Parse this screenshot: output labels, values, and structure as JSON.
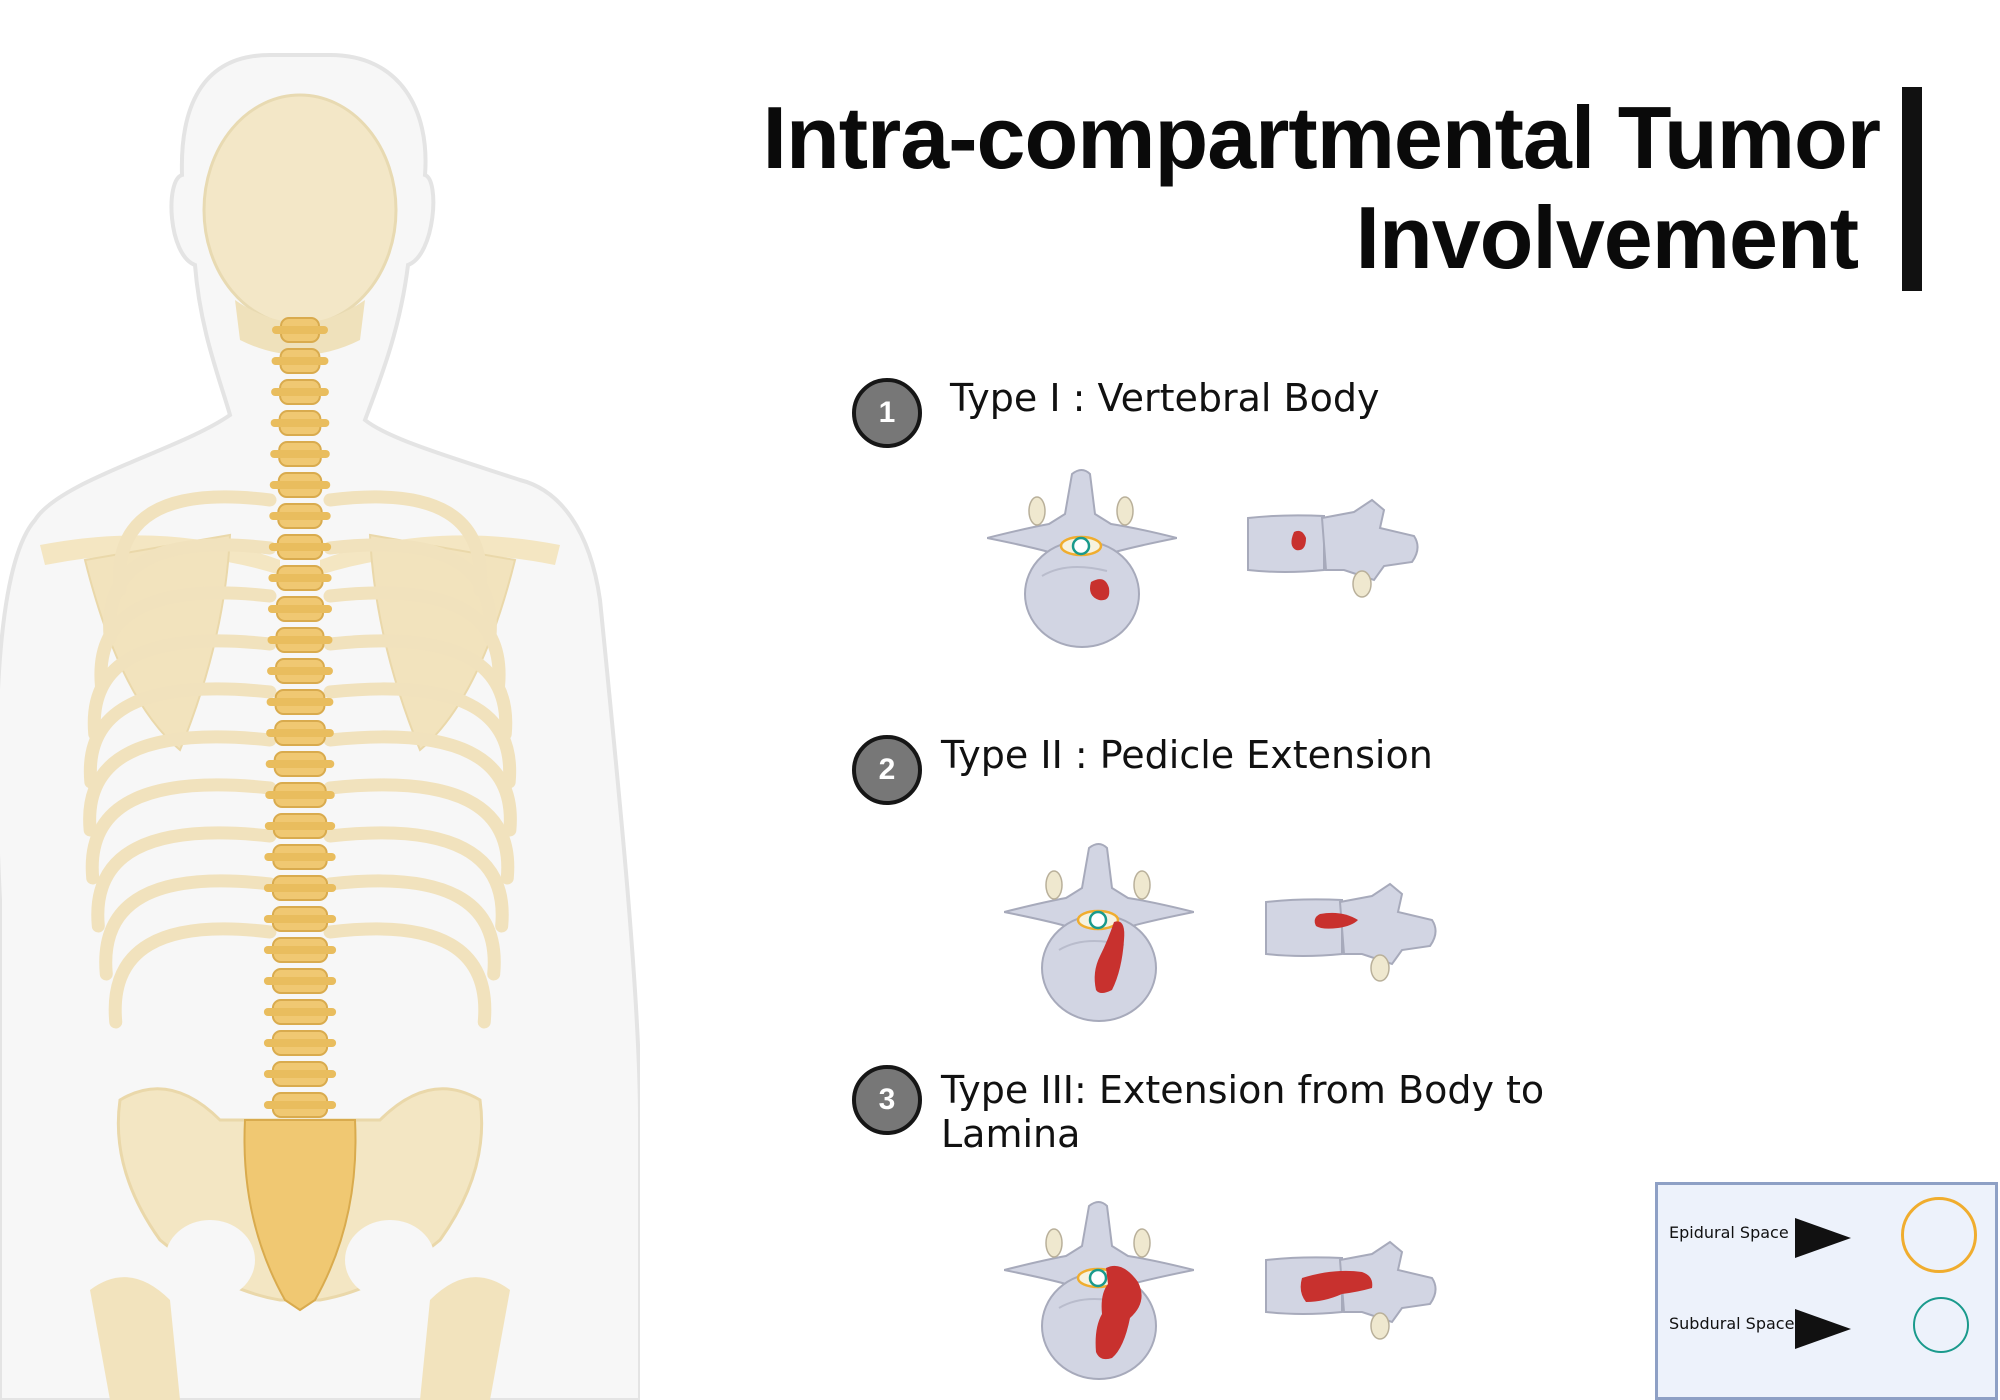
{
  "title": {
    "line1": "Intra-compartmental Tumor",
    "line2": "Involvement"
  },
  "types": [
    {
      "number": "1",
      "label": "Type I : Vertebral Body"
    },
    {
      "number": "2",
      "label": "Type II : Pedicle Extension"
    },
    {
      "number": "3",
      "label": "Type III: Extension from Body to",
      "label_line2": "Lamina"
    }
  ],
  "legend": {
    "epidural_label": "Epidural Space",
    "subdural_label": "Subdural Space",
    "epidural_color": "#f0ad2e",
    "subdural_color": "#1a9a8c",
    "arrow_icon": "arrow-right-icon"
  },
  "colors": {
    "bone": "#f4dfaa",
    "spine": "#f0c872",
    "body_outline": "#e6e6e6",
    "vertebra": "#d2d5e3",
    "tumor": "#c8312e",
    "badge": "#777777"
  }
}
